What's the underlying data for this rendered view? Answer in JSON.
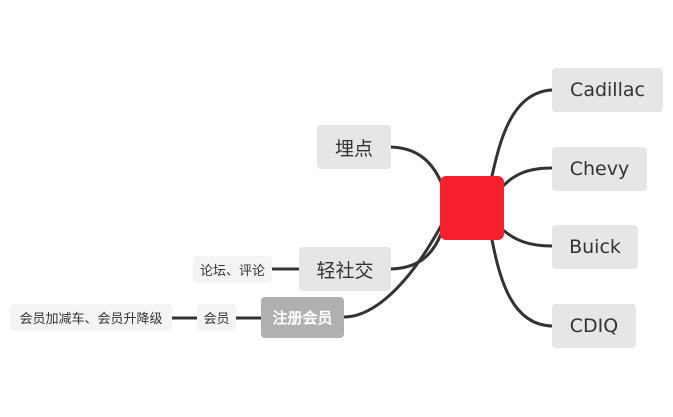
{
  "mindmap": {
    "central": {
      "text": "",
      "color": "#f8202e"
    },
    "right_branches": [
      {
        "label": "Cadillac"
      },
      {
        "label": "Chevy"
      },
      {
        "label": "Buick"
      },
      {
        "label": "CDIQ"
      }
    ],
    "left_branches": [
      {
        "label": "埋点"
      },
      {
        "label": "轻社交",
        "child": "论坛、评论"
      },
      {
        "label": "注册会员",
        "child": "会员",
        "grandchild": "会员加减车、会员升降级"
      }
    ],
    "colors": {
      "connector": "#333333",
      "node_bg": "#e6e6e6",
      "sub_bg": "#f4f4f4",
      "highlight_bg": "#b0b0b0"
    }
  }
}
